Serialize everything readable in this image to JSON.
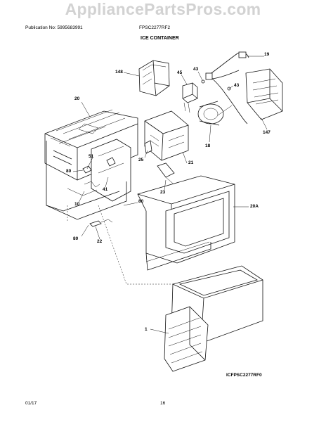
{
  "watermark": "AppliancePartsPros.com",
  "header": {
    "publication": "Publication No: 5995683991",
    "model": "FPSC2277RF2",
    "section_title": "ICE CONTAINER"
  },
  "callouts": {
    "c148": "148",
    "c45": "45",
    "c43a": "43",
    "c19": "19",
    "c43b": "43",
    "c20": "20",
    "c147": "147",
    "c18": "18",
    "c51": "51",
    "c25": "25",
    "c21": "21",
    "c80a": "80",
    "c41": "41",
    "c23": "23",
    "c10": "10",
    "c80b": "80",
    "c20A": "20A",
    "c80c": "80",
    "c22": "22",
    "c1": "1"
  },
  "diagram_code": "ICFPSC2277RF0",
  "footer": {
    "date": "01/17",
    "page": "16"
  }
}
